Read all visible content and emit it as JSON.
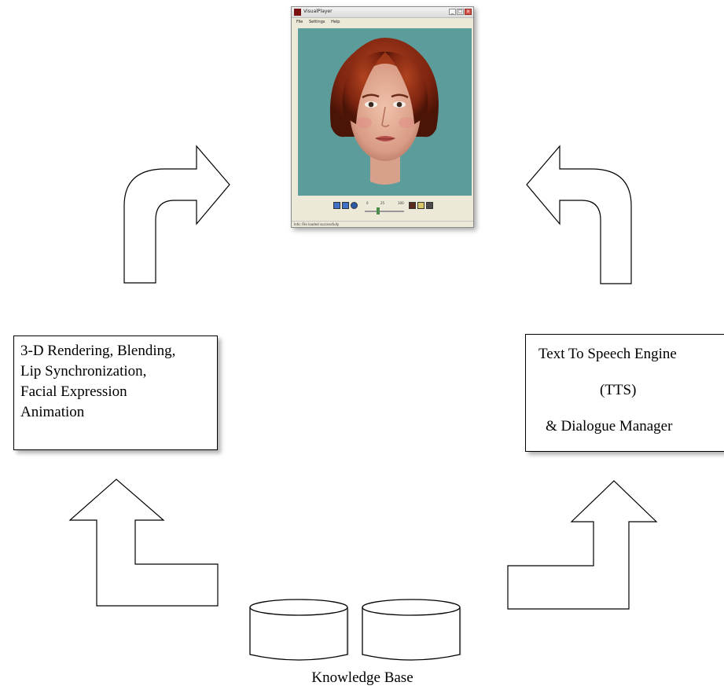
{
  "left_box": {
    "lines": [
      "3-D Rendering, Blending,",
      "Lip Synchronization,",
      "Facial Expression",
      "Animation"
    ]
  },
  "right_box": {
    "lines": [
      "Text To Speech Engine",
      "(TTS)",
      "& Dialogue Manager"
    ]
  },
  "knowledge_base": {
    "label": "Knowledge Base"
  },
  "player_window": {
    "title": "VisualPlayer",
    "menu": [
      "File",
      "Settings",
      "Help"
    ],
    "controls_readout": [
      "0",
      "25",
      "100"
    ],
    "status": "Info: File loaded successfully",
    "colors": {
      "viewport": "#5c9d9b",
      "hair": "#8c2d14",
      "skin": "#e2ab94"
    }
  }
}
